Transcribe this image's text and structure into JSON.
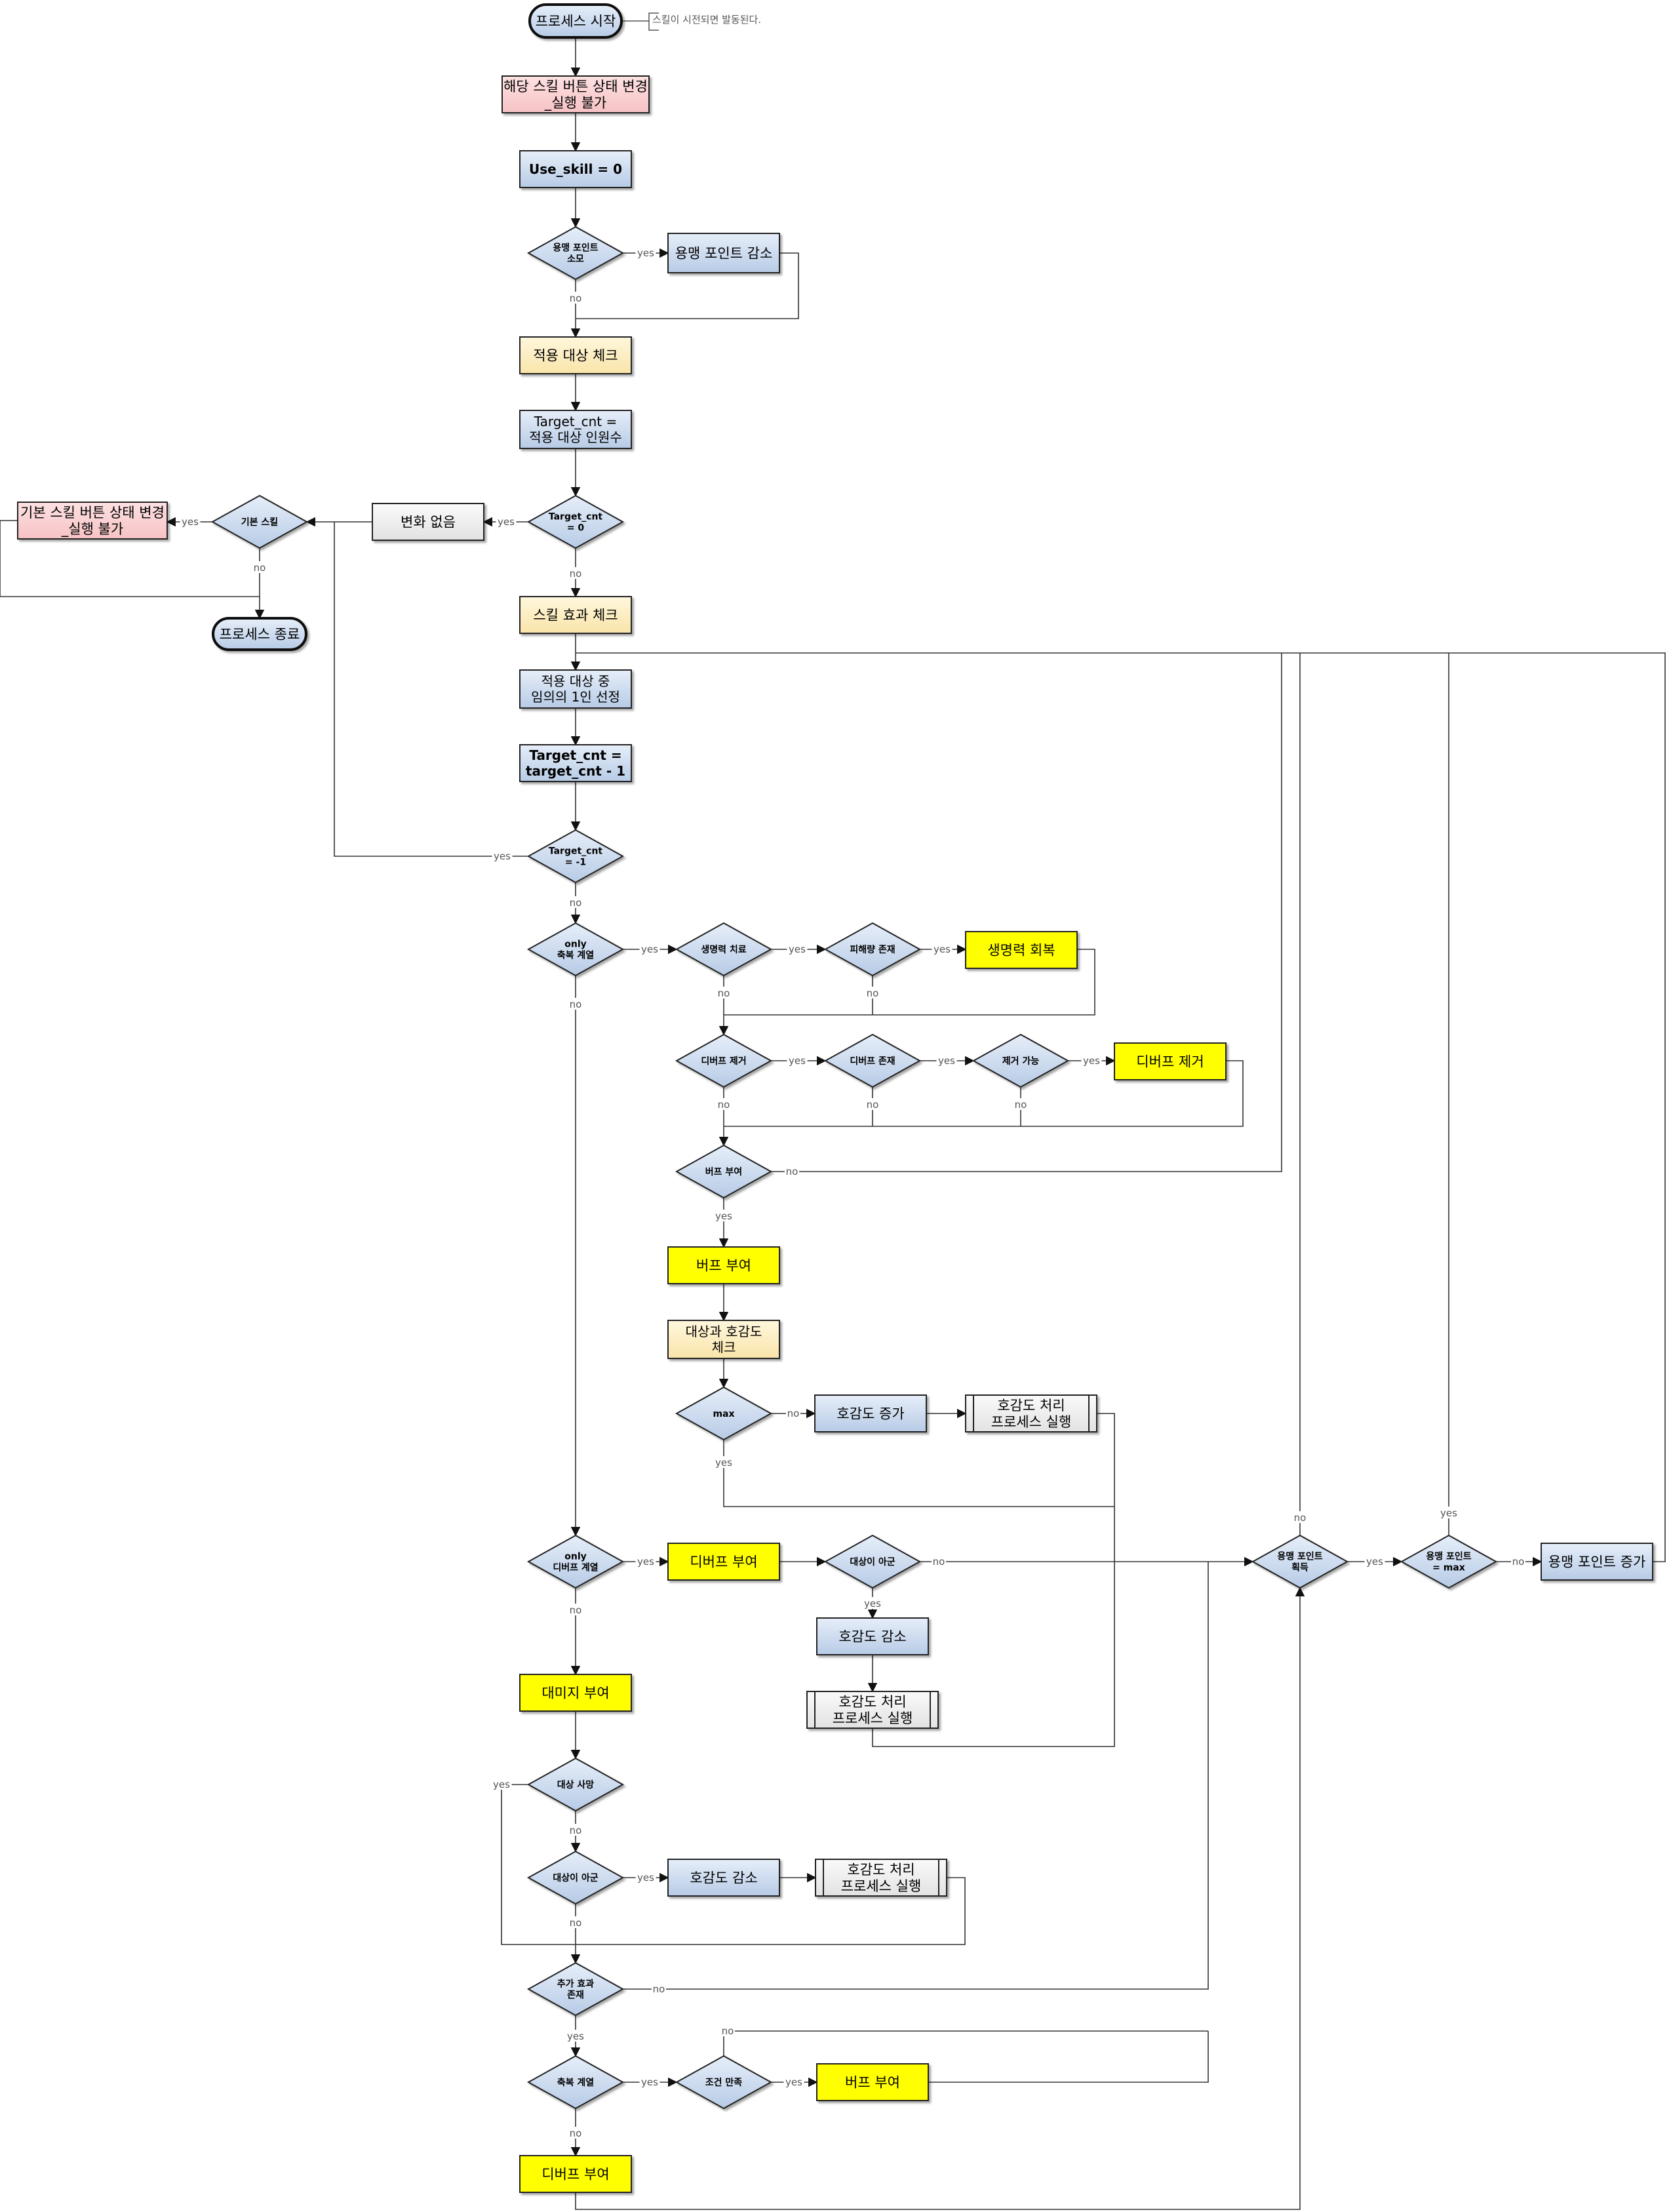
{
  "nodes": {
    "start": "프로세스 시작",
    "start_note": "스킬이 시전되면 발동된다.",
    "change_btn": "해당 스킬 버튼 상태 변경\n_실행 불가",
    "use_skill": "Use_skill = 0",
    "d_merc_consume": "용맹 포인트\n소모",
    "merc_dec": "용맹 포인트 감소",
    "target_check": "적용 대상 체크",
    "target_cnt_set": "Target_cnt =\n적용 대상 인원수",
    "d_target0": "Target_cnt\n= 0",
    "no_change": "변화 없음",
    "d_basic_skill": "기본 스킬",
    "basic_btn": "기본 스킬 버튼 상태 변경\n_실행 불가",
    "end": "프로세스 종료",
    "skill_effect_check": "스킬 효과 체크",
    "select_one": "적용 대상 중\n임의의 1인 선정",
    "target_dec": "Target_cnt =\ntarget_cnt - 1",
    "d_target_neg": "Target_cnt\n= -1",
    "d_only_bless": "only\n축복 계열",
    "d_heal": "생명력 치료",
    "d_damage": "피해량 존재",
    "hp_recover": "생명력 회복",
    "d_debuff_remove": "디버프 제거",
    "d_debuff_exist": "디버프 존재",
    "d_removable": "제거 가능",
    "debuff_remove": "디버프 제거",
    "d_buff_give": "버프 부여",
    "buff_give": "버프 부여",
    "affinity_check": "대상과 호감도\n체크",
    "d_max": "max",
    "affinity_up": "호감도 증가",
    "affinity_proc1": "호감도 처리\n프로세스 실행",
    "d_only_debuff": "only\n디버프 계열",
    "debuff_give1": "디버프 부여",
    "d_target_ally1": "대상이 아군",
    "affinity_down1": "호감도 감소",
    "affinity_proc2": "호감도 처리\n프로세스 실행",
    "damage_give": "대미지 부여",
    "d_target_dead": "대상 사망",
    "d_target_ally2": "대상이 아군",
    "affinity_down2": "호감도 감소",
    "affinity_proc3": "호감도 처리\n프로세스 실행",
    "d_extra": "추가 효과\n존재",
    "d_bless": "축복 계열",
    "d_condition": "조건 만족",
    "buff_give2": "버프 부여",
    "debuff_give2": "디버프 부여",
    "d_merc_gain": "용맹 포인트\n획득",
    "d_merc_max": "용맹 포인트\n= max",
    "merc_inc": "용맹 포인트 증가"
  },
  "edges": {
    "yes": "yes",
    "no": "no"
  },
  "colors": {
    "blue": "#cbdaef",
    "pink": "#f9cfd0",
    "cream": "#fcefc4",
    "yellow": "#ffff00",
    "gray": "#eeeeee",
    "line": "#333333"
  }
}
